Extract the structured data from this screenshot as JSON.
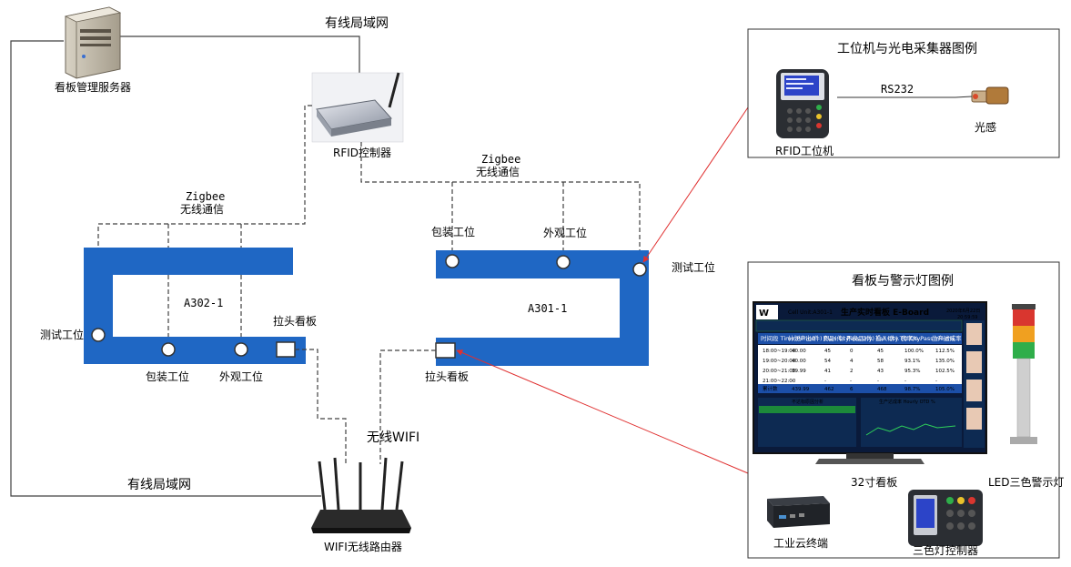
{
  "labels": {
    "wired_lan_top": "有线局域网",
    "wired_lan_bottom": "有线局域网",
    "server": "看板管理服务器",
    "rfid_controller": "RFID控制器",
    "zigbee_left_1": "Zigbee",
    "zigbee_left_2": "无线通信",
    "zigbee_right_1": "Zigbee",
    "zigbee_right_2": "无线通信",
    "line_left": "A302-1",
    "line_right": "A301-1",
    "test_left": "测试工位",
    "pack_left": "包装工位",
    "visual_left": "外观工位",
    "board_left": "拉头看板",
    "pack_right": "包装工位",
    "visual_right": "外观工位",
    "test_right": "测试工位",
    "board_right": "拉头看板",
    "wifi": "无线WIFI",
    "router": "WIFI无线路由器"
  },
  "legend_top": {
    "title": "工位机与光电采集器图例",
    "link": "RS232",
    "device": "RFID工位机",
    "sensor": "光感"
  },
  "legend_bottom": {
    "title": "看板与警示灯图例",
    "board_caption": "32寸看板",
    "lamp_caption": "LED三色警示灯",
    "terminal_caption": "工业云终端",
    "lamp_controller_caption": "三色灯控制器"
  },
  "eboard": {
    "cell": "Cell Unit:A301-1",
    "title": "生产实时看板 E-Board",
    "date": "2020年6月22日",
    "time": "20:59:59",
    "headers": [
      "时间段 Time Period",
      "计划产出(件) Plan Qty.",
      "良品(件) Pass Qty.",
      "不良品(件) Fail Qty.",
      "投入(件) TO Qty.",
      "良率% Pass Yield%",
      "生产达成率 OTD%"
    ],
    "rows": [
      [
        "18:00~19:00",
        "40.00",
        "45",
        "0",
        "45",
        "100.0%",
        "112.5%"
      ],
      [
        "19:00~20:00",
        "40.00",
        "54",
        "4",
        "58",
        "93.1%",
        "135.0%"
      ],
      [
        "20:00~21:00",
        "39.99",
        "41",
        "2",
        "43",
        "95.3%",
        "102.5%"
      ],
      [
        "21:00~22:00",
        "-",
        "-",
        "-",
        "-",
        "-",
        "-"
      ]
    ],
    "total": [
      "累计数",
      "439.99",
      "462",
      "6",
      "468",
      "98.7%",
      "105.0%"
    ],
    "sub_left": "不达标原因分析",
    "sub_right": "生产达成率 Hourly OTD %"
  },
  "colors": {
    "belt": "#1f67c4",
    "arrow": "#e03030",
    "board_bg": "#0a1a3a",
    "board_header": "#1c4fa8"
  }
}
